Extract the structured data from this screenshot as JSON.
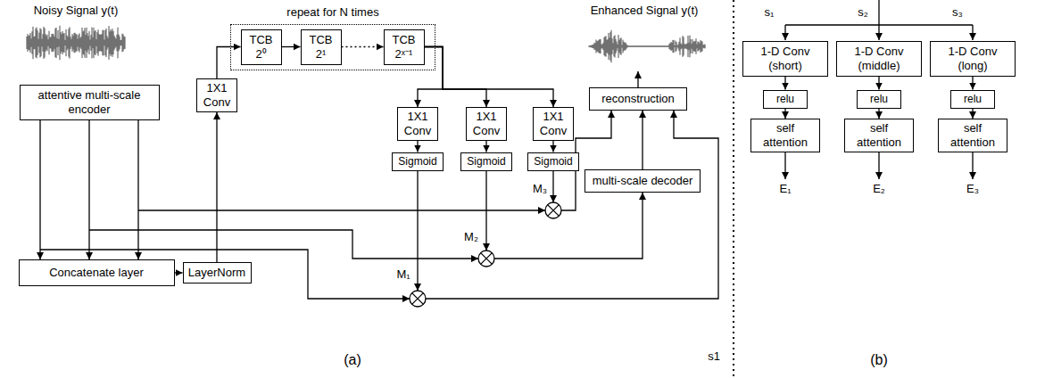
{
  "diagram": {
    "nodes": [
      {
        "text": [
          "attentive multi-scale encoder"
        ]
      },
      {
        "text": [
          "Concatenate layer"
        ]
      },
      {
        "text": [
          "LayerNorm"
        ]
      },
      {
        "text": [
          "1X1 Conv"
        ]
      },
      {
        "text": [
          "repeat for N times"
        ]
      },
      {
        "text": [
          "TCB 2⁰"
        ],
        "in": 4
      },
      {
        "text": [
          "TCB 2¹"
        ],
        "in": 4
      },
      {
        "text": [
          "TCB 2ˣ⁻¹"
        ],
        "in": 4
      },
      {
        "text": [
          "1X1 Conv"
        ]
      },
      {
        "text": [
          "1X1 Conv"
        ]
      },
      {
        "text": [
          "1X1 Conv"
        ]
      },
      {
        "text": [
          "Sigmoid"
        ]
      },
      {
        "text": [
          "Sigmoid"
        ]
      },
      {
        "text": [
          "Sigmoid"
        ]
      },
      {
        "text": [
          "multi-scale decoder"
        ]
      },
      {
        "text": [
          "reconstruction"
        ]
      },
      {
        "text": [
          "1-D Conv (short)"
        ]
      },
      {
        "text": [
          "1-D Conv (middle)"
        ]
      },
      {
        "text": [
          "1-D Conv (long)"
        ]
      },
      {
        "text": [
          "relu"
        ]
      },
      {
        "text": [
          "relu"
        ]
      },
      {
        "text": [
          "relu"
        ]
      },
      {
        "text": [
          "self attention"
        ]
      },
      {
        "text": [
          "self attention"
        ]
      },
      {
        "text": [
          "self attention"
        ]
      }
    ],
    "edges": [
      {
        "from": 0,
        "to": 1,
        "arrow": "to"
      },
      {
        "from": 0,
        "to": 1,
        "arrow": "to"
      },
      {
        "from": 0,
        "to": 1,
        "arrow": "to"
      },
      {
        "from": 1,
        "to": 2,
        "arrow": "to"
      },
      {
        "from": 2,
        "to": 3,
        "arrow": "to"
      },
      {
        "from": 3,
        "to": 5,
        "arrow": "to"
      },
      {
        "from": 5,
        "to": 6,
        "arrow": "to"
      },
      {
        "from": 6,
        "to": 7,
        "arrow": "to"
      },
      {
        "from": 7,
        "to": 8,
        "arrow": "to"
      },
      {
        "from": 7,
        "to": 9,
        "arrow": "to"
      },
      {
        "from": 7,
        "to": 10,
        "arrow": "to"
      },
      {
        "from": 8,
        "to": 11,
        "arrow": "to"
      },
      {
        "from": 9,
        "to": 12,
        "arrow": "to"
      },
      {
        "from": 10,
        "to": 13,
        "arrow": "to"
      },
      {
        "from": 14,
        "to": 15,
        "arrow": "to"
      },
      {
        "from": 16,
        "to": 19,
        "arrow": "to"
      },
      {
        "from": 17,
        "to": 20,
        "arrow": "to"
      },
      {
        "from": 18,
        "to": 21,
        "arrow": "to"
      },
      {
        "from": 19,
        "to": 22,
        "arrow": "to"
      },
      {
        "from": 20,
        "to": 23,
        "arrow": "to"
      },
      {
        "from": 21,
        "to": 24,
        "arrow": "to"
      }
    ],
    "labels": [
      "Noisy Signal y(t)",
      "Enhanced Signal y(t)",
      "M₁",
      "M₂",
      "M₃",
      "(a)",
      "s1",
      "(b)",
      "s₁",
      "s₂",
      "s₃",
      "E₁",
      "E₂",
      "E₃"
    ]
  }
}
